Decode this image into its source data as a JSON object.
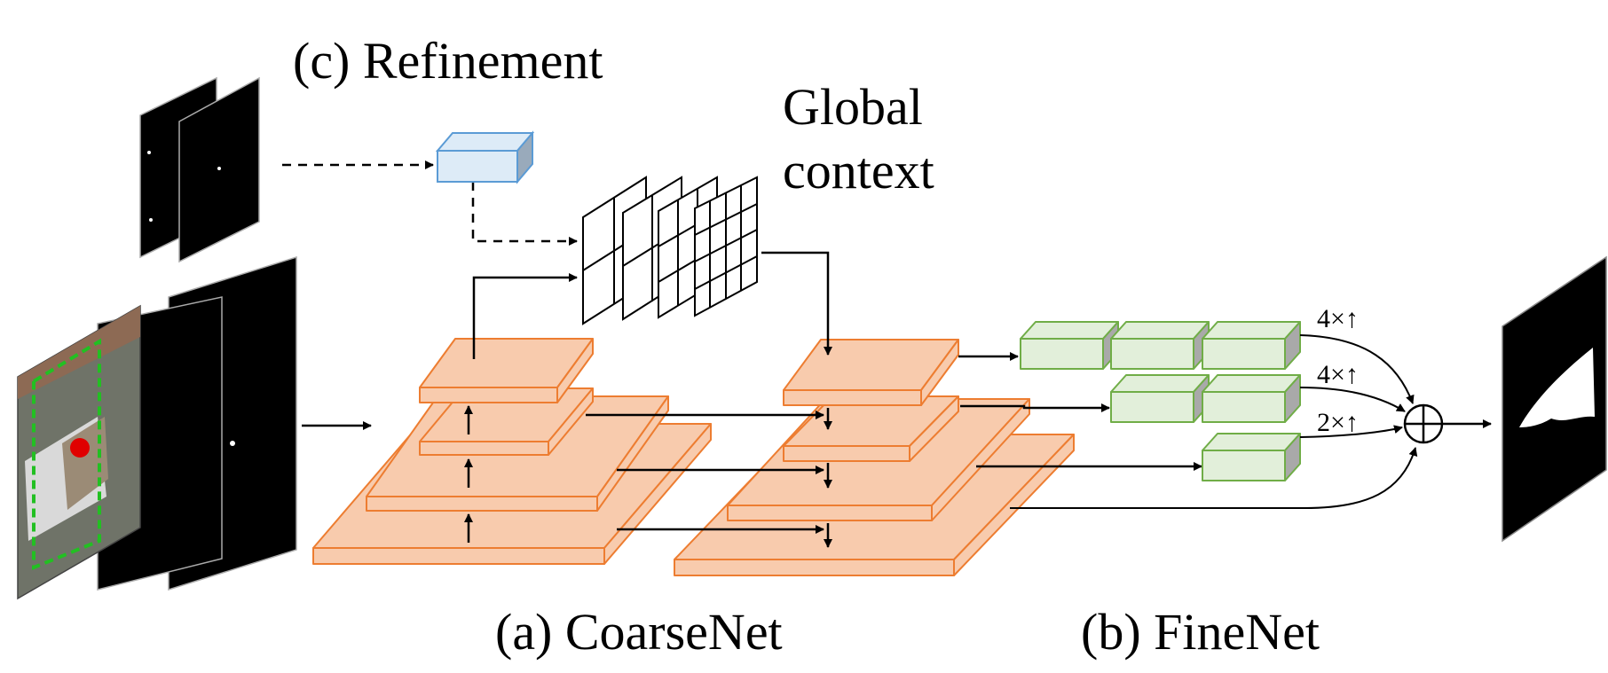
{
  "labels": {
    "refinement": "(c) Refinement",
    "global_line1": "Global",
    "global_line2": "context",
    "coarsenet": "(a) CoarseNet",
    "finenet": "(b) FineNet",
    "up4a": "4×↑",
    "up4b": "4×↑",
    "up2": "2×↑"
  },
  "colors": {
    "orange_fill": "#f8cbad",
    "orange_stroke": "#ed7d31",
    "green_fill": "#e2efda",
    "green_stroke": "#70ad47",
    "blue_fill": "#ddebf7",
    "blue_stroke": "#5b9bd5"
  }
}
